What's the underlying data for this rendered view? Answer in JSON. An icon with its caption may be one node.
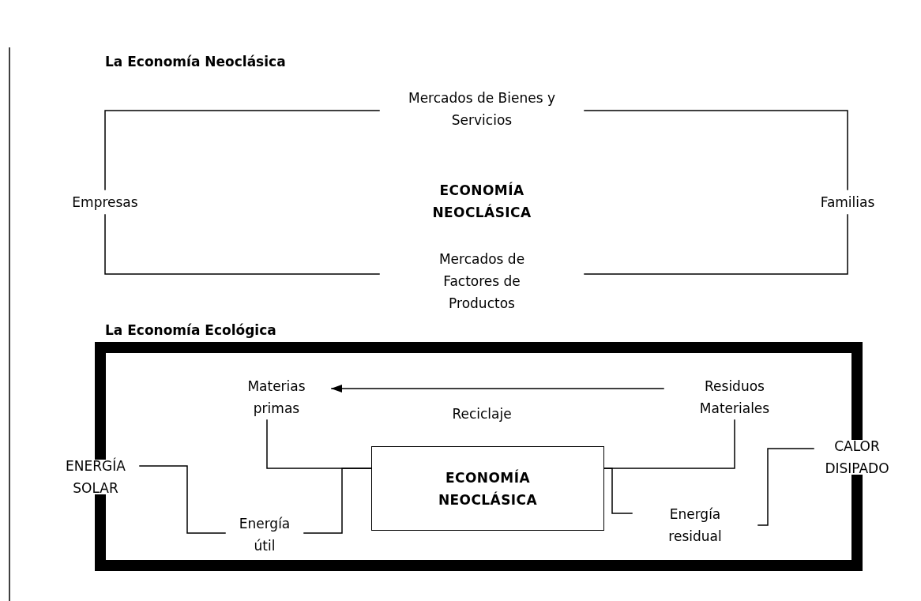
{
  "diagram": {
    "nodes": [
      {
        "text": [
          "Mercados de Bienes y Servicios"
        ]
      },
      {
        "text": [
          "Empresas"
        ]
      },
      {
        "text": [
          "ECONOMÍA NEOCLÁSICA"
        ]
      },
      {
        "text": [
          "Familias"
        ]
      },
      {
        "text": [
          "Mercados de Factores de Productos"
        ]
      },
      {
        "text": [
          "Materias primas"
        ]
      },
      {
        "text": [
          "Residuos Materiales"
        ]
      },
      {
        "text": [
          "ENERGÍA SOLAR"
        ]
      },
      {
        "text": [
          "ECONOMÍA NEOCLÁSICA"
        ]
      },
      {
        "text": [
          "CALOR DISIPADO"
        ]
      },
      {
        "text": [
          "Energía útil"
        ]
      },
      {
        "text": [
          "Energía residual"
        ]
      }
    ],
    "edges": [
      {
        "from": 1,
        "to": 0,
        "arrow": "none"
      },
      {
        "from": 0,
        "to": 3,
        "arrow": "none"
      },
      {
        "from": 1,
        "to": 4,
        "arrow": "none"
      },
      {
        "from": 4,
        "to": 3,
        "arrow": "none"
      },
      {
        "from": 6,
        "to": 5,
        "arrow": "to",
        "label": "Reciclaje"
      },
      {
        "from": 5,
        "to": 8,
        "arrow": "none"
      },
      {
        "from": 8,
        "to": 6,
        "arrow": "none"
      },
      {
        "from": 7,
        "to": 10,
        "arrow": "none"
      },
      {
        "from": 10,
        "to": 8,
        "arrow": "none"
      },
      {
        "from": 8,
        "to": 11,
        "arrow": "none"
      },
      {
        "from": 11,
        "to": 9,
        "arrow": "none"
      },
      {
        "from": 7,
        "to": 9,
        "arrow": "none",
        "style": "thick"
      },
      {
        "from": 7,
        "to": 9,
        "arrow": "none",
        "style": "thick"
      }
    ],
    "labels": [
      "La Economía Neoclásica",
      "La Economía Ecológica"
    ]
  }
}
